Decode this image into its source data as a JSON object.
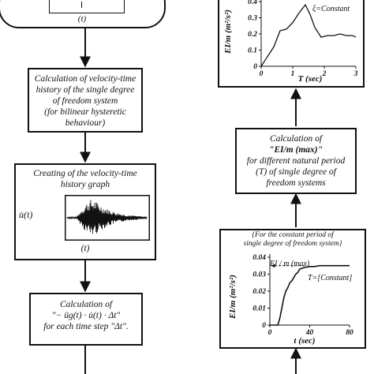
{
  "left_column": {
    "top_box": {
      "axis_label": "(t)"
    },
    "box_velocity_calc": {
      "lines": [
        "Calculation of velocity-time",
        "history of the single degree",
        "of freedom system",
        "(for bilinear hysteretic",
        "behaviour)"
      ]
    },
    "box_velocity_graph": {
      "title_lines": [
        "Creating of the velocity-time",
        "history graph"
      ],
      "y_label": "u̇(t)",
      "x_label": "(t)"
    },
    "box_energy_calc": {
      "lines": [
        "Calculation of",
        "\"− üg(t) · u̇(t) · Δt\"",
        "for each time step \"Δt\"."
      ]
    }
  },
  "right_column": {
    "top_chart": {
      "annotation": "ξ=Constant",
      "y_label": "EI/m (m²/s²)",
      "x_label": "T (sec)",
      "x_ticks": [
        "0",
        "1",
        "2",
        "3"
      ],
      "y_ticks": [
        "0",
        "0.1",
        "0.2",
        "0.3",
        "0.4"
      ]
    },
    "box_max_calc": {
      "lines": [
        "Calculation of",
        "\"EI/m (max)\"",
        "for different natural period",
        "(T) of single degree of",
        "freedom systems"
      ]
    },
    "bottom_chart": {
      "header_lines": [
        "{For the constant period of",
        "single degree of freedom system}"
      ],
      "max_label": "EI / m  (max)",
      "period_label": "T=[Constant]",
      "y_label": "EI/m (m²/s²)",
      "x_label": "t (sec)",
      "x_ticks": [
        "0",
        "40",
        "80"
      ],
      "y_ticks": [
        "0",
        "0.01",
        "0.02",
        "0.03",
        "0.04"
      ]
    }
  },
  "chart_data": [
    {
      "type": "line",
      "title": "",
      "xlabel": "T (sec)",
      "ylabel": "EI/m (m²/s²)",
      "xlim": [
        0,
        3
      ],
      "ylim": [
        0,
        0.4
      ],
      "annotation": "ξ=Constant",
      "series": [
        {
          "x": [
            0,
            0.2,
            0.4,
            0.6,
            0.8,
            1.0,
            1.2,
            1.4,
            1.55,
            1.7,
            1.9,
            2.1,
            2.3,
            2.5,
            2.7,
            2.9,
            3.0
          ],
          "y": [
            0.0,
            0.06,
            0.12,
            0.22,
            0.23,
            0.27,
            0.33,
            0.38,
            0.32,
            0.24,
            0.18,
            0.19,
            0.19,
            0.2,
            0.19,
            0.19,
            0.18
          ]
        }
      ]
    },
    {
      "type": "line",
      "title": "",
      "xlabel": "t (sec)",
      "ylabel": "EI/m (m²/s²)",
      "xlim": [
        0,
        80
      ],
      "ylim": [
        0,
        0.04
      ],
      "series": [
        {
          "x": [
            0,
            8,
            10,
            12,
            14,
            16,
            18,
            20,
            22,
            24,
            26,
            28,
            30,
            35,
            40,
            45,
            50,
            60,
            70,
            80
          ],
          "y": [
            0,
            0,
            0.004,
            0.01,
            0.016,
            0.02,
            0.022,
            0.025,
            0.026,
            0.028,
            0.03,
            0.031,
            0.033,
            0.034,
            0.0345,
            0.0345,
            0.035,
            0.035,
            0.035,
            0.035
          ]
        }
      ]
    }
  ]
}
